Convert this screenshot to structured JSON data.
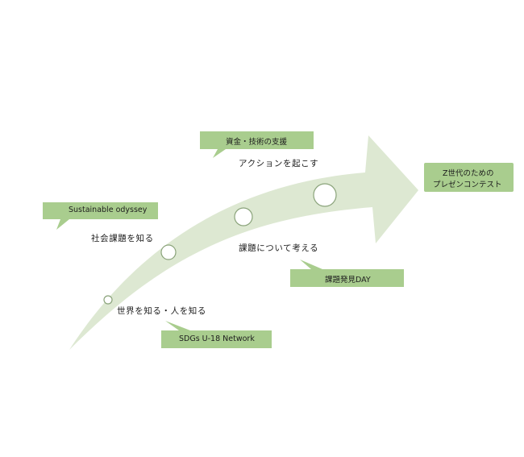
{
  "colors": {
    "arrow": "#dde8d2",
    "callout": "#a9cd8e",
    "node_stroke": "#8aa37a"
  },
  "steps": [
    {
      "label": "世界を知る・人を知る",
      "event": "SDGs U-18 Network"
    },
    {
      "label": "社会課題を知る",
      "event": "Sustainable odyssey"
    },
    {
      "label": "課題について考える",
      "event": "課題発見DAY"
    },
    {
      "label": "アクションを起こす",
      "event": "資金・技術の支援"
    }
  ],
  "goal": {
    "line1": "Z世代のための",
    "line2": "プレゼンコンテスト"
  }
}
